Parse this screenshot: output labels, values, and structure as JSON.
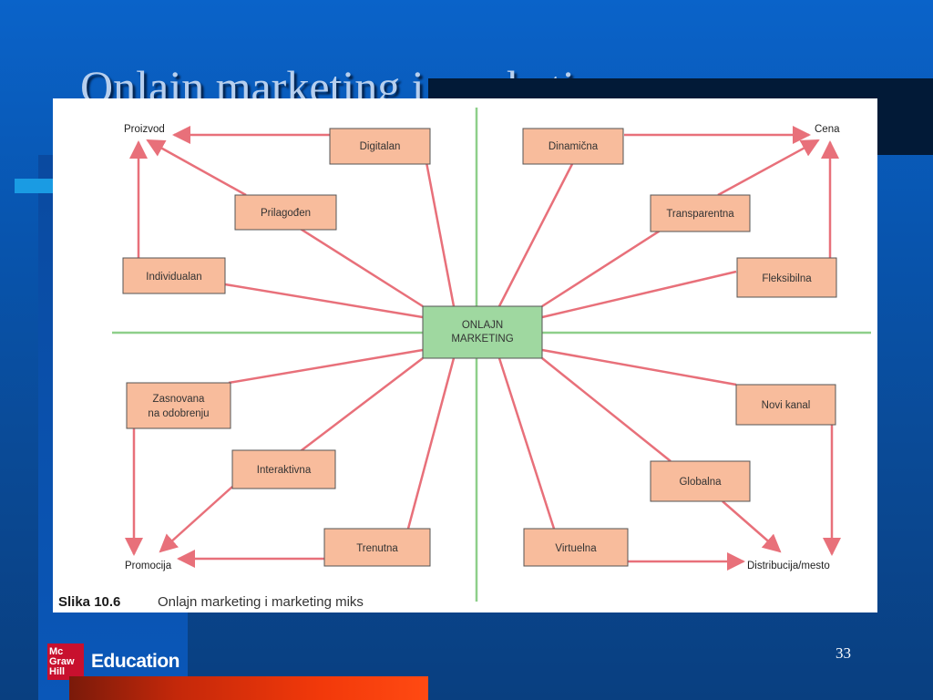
{
  "slide": {
    "title": "Onlajn marketing i marketing",
    "page_number": "33",
    "logo_mark": [
      "Mc",
      "Graw",
      "Hill"
    ],
    "logo_word": "Education"
  },
  "diagram": {
    "center": [
      "ONLAJN",
      "MARKETING"
    ],
    "endpoints": {
      "proizvod": "Proizvod",
      "cena": "Cena",
      "promocija": "Promocija",
      "distribucija": "Distribucija/mesto"
    },
    "boxes": {
      "digitalan": [
        "Digitalan"
      ],
      "prilagodjen": [
        "Prilagođen"
      ],
      "individualan": [
        "Individualan"
      ],
      "dinamicna": [
        "Dinamična"
      ],
      "transparentna": [
        "Transparentna"
      ],
      "fleksibilna": [
        "Fleksibilna"
      ],
      "zasnovana": [
        "Zasnovana",
        "na odobrenju"
      ],
      "interaktivna": [
        "Interaktivna"
      ],
      "trenutna": [
        "Trenutna"
      ],
      "novi_kanal": [
        "Novi kanal"
      ],
      "globalna": [
        "Globalna"
      ],
      "virtuelna": [
        "Virtuelna"
      ]
    },
    "caption_label": "Slika 10.6",
    "caption_text": "Onlajn marketing i marketing miks",
    "colors": {
      "box_fill": "#f8bc9c",
      "box_stroke": "#555555",
      "center_fill": "#9fd8a0",
      "line": "#e8707a",
      "axis": "#8ecf8a"
    }
  }
}
